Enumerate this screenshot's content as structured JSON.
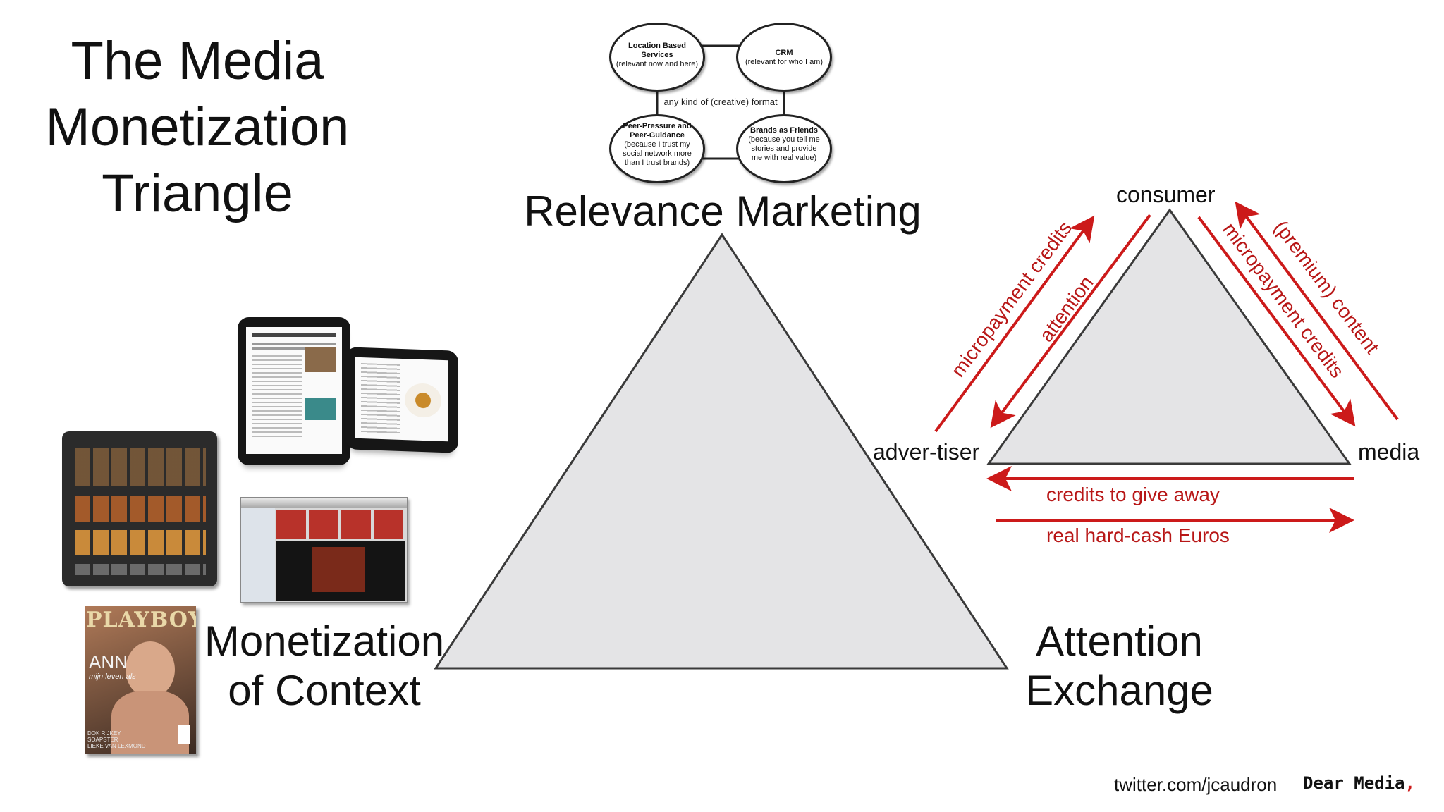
{
  "title_lines": [
    "The Media",
    "Monetization",
    "Triangle"
  ],
  "corners": {
    "top": "Relevance Marketing",
    "bottom_left": [
      "Monetization",
      "of Context"
    ],
    "bottom_right": [
      "Attention",
      "Exchange"
    ]
  },
  "relevance_diagram": {
    "ellipses": [
      {
        "title": "Location Based Services",
        "sub": "(relevant now and here)"
      },
      {
        "title": "CRM",
        "sub": "(relevant for who I am)"
      },
      {
        "title": "Peer-Pressure and Peer-Guidance",
        "sub": "(because I trust my social network more than I trust brands)"
      },
      {
        "title": "Brands as Friends",
        "sub": "(because you tell me stories and provide me with real value)"
      }
    ],
    "center_label": "any kind of (creative) format"
  },
  "exchange": {
    "consumer": "consumer",
    "advertiser": "adver-tiser",
    "media": "media",
    "left_outer": "micropayment credits",
    "left_inner": "attention",
    "right_outer": "(premium) content",
    "right_inner": "micropayment credits",
    "bottom_top": "credits to give away",
    "bottom_bottom": "real hard-cash Euros"
  },
  "footer": {
    "twitter": "twitter.com/jcaudron",
    "signature": "Dear Media",
    "signature_mark": ","
  },
  "magazine": {
    "brand": "PLAYBOY",
    "name": "ANN",
    "sub": "mijn leven als",
    "cover_lines": [
      "DOK RIJKEY",
      "SOAPSTER",
      "LIEKE VAN LEXMOND"
    ]
  },
  "colors": {
    "accent_red": "#cc1a1a",
    "triangle_fill": "#e4e4e6",
    "triangle_stroke": "#3a3a3a"
  }
}
